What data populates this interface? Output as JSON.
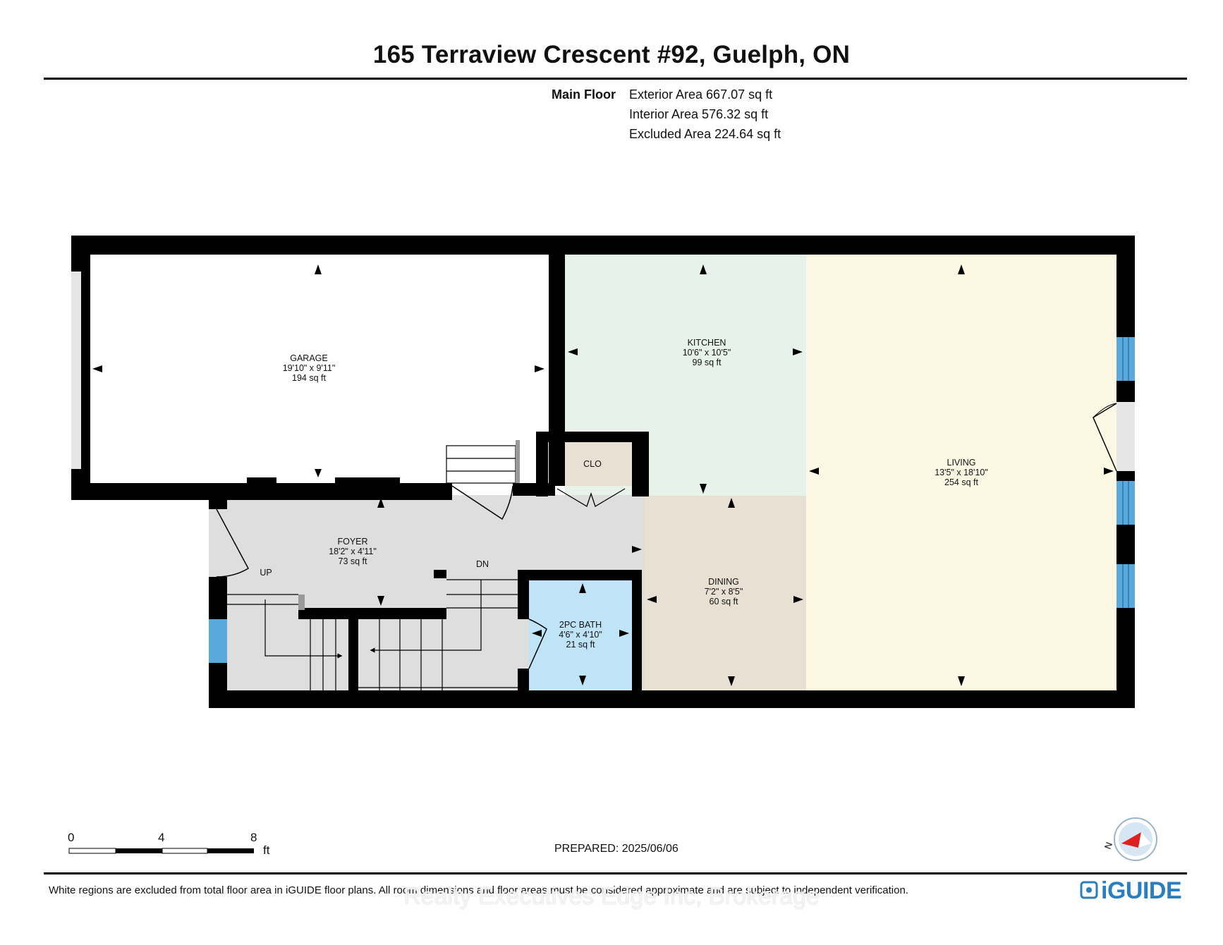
{
  "header": {
    "title": "165 Terraview Crescent #92, Guelph, ON",
    "floor_label": "Main Floor",
    "area_lines": [
      "Exterior Area 667.07 sq ft",
      "Interior Area 576.32 sq ft",
      "Excluded Area 224.64 sq ft"
    ]
  },
  "rooms": {
    "garage": {
      "name": "GARAGE",
      "dims": "19'10\" x 9'11\"",
      "area": "194 sq ft"
    },
    "kitchen": {
      "name": "KITCHEN",
      "dims": "10'6\" x 10'5\"",
      "area": "99 sq ft"
    },
    "living": {
      "name": "LIVING",
      "dims": "13'5\" x 18'10\"",
      "area": "254 sq ft"
    },
    "clo": {
      "name": "CLO"
    },
    "foyer": {
      "name": "FOYER",
      "dims": "18'2\" x 4'11\"",
      "area": "73 sq ft"
    },
    "dining": {
      "name": "DINING",
      "dims": "7'2\" x 8'5\"",
      "area": "60 sq ft"
    },
    "bath": {
      "name": "2PC BATH",
      "dims": "4'6\" x 4'10\"",
      "area": "21 sq ft"
    }
  },
  "stairs": {
    "up": "UP",
    "down": "DN"
  },
  "scale": {
    "ticks": [
      "0",
      "4",
      "8"
    ],
    "unit": "ft"
  },
  "footer": {
    "prepared": "PREPARED: 2025/06/06",
    "disclaimer": "White regions are excluded from total floor area in iGUIDE floor plans. All room dimensions and floor areas must be considered approximate and are subject to independent verification.",
    "watermark": "Realty Executives Edge Inc, Brokerage",
    "brand": "iGUIDE",
    "compass_label": "N"
  },
  "colors": {
    "wall": "#000000",
    "kitchen": "#e6f2ea",
    "living": "#fdf8e3",
    "dining": "#e8e0d2",
    "foyer": "#dedede",
    "clo": "#e8e0d2",
    "bath": "#bfe3f7",
    "window": "#5aa9dc",
    "brand": "#2a7fc1"
  }
}
